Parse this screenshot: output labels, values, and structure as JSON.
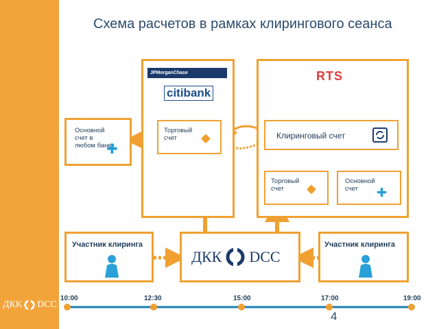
{
  "title": "Схема расчетов в рамках клирингового сеанса",
  "colors": {
    "accent": "#f0a030",
    "sidebar": "#f2a33a",
    "text": "#1f3c5a",
    "rts_red": "#e03a3a",
    "bank_blue": "#1b3a6b"
  },
  "logos": {
    "jpmorgan": "JPMorganChase",
    "citibank": "citibank",
    "rts": "RTS",
    "dkk": "ДКК",
    "dcc": "DCC"
  },
  "nodes": {
    "main_account_any_bank": "Основной счет в любом банке",
    "trading_account_bank": "Торговый счет",
    "clearing_account": "Клиринговый счет",
    "trading_account_rts": "Торговый счет",
    "main_account_rts": "Основной счет",
    "participant_left": "Участник клиринга",
    "participant_right": "Участник клиринга"
  },
  "timeline": [
    "10:00",
    "12:30",
    "15:00",
    "17:00",
    "19:00"
  ],
  "page_number": "4",
  "icons": [
    "person-icon",
    "money-icon",
    "exchange-icon",
    "arrow-icon"
  ]
}
